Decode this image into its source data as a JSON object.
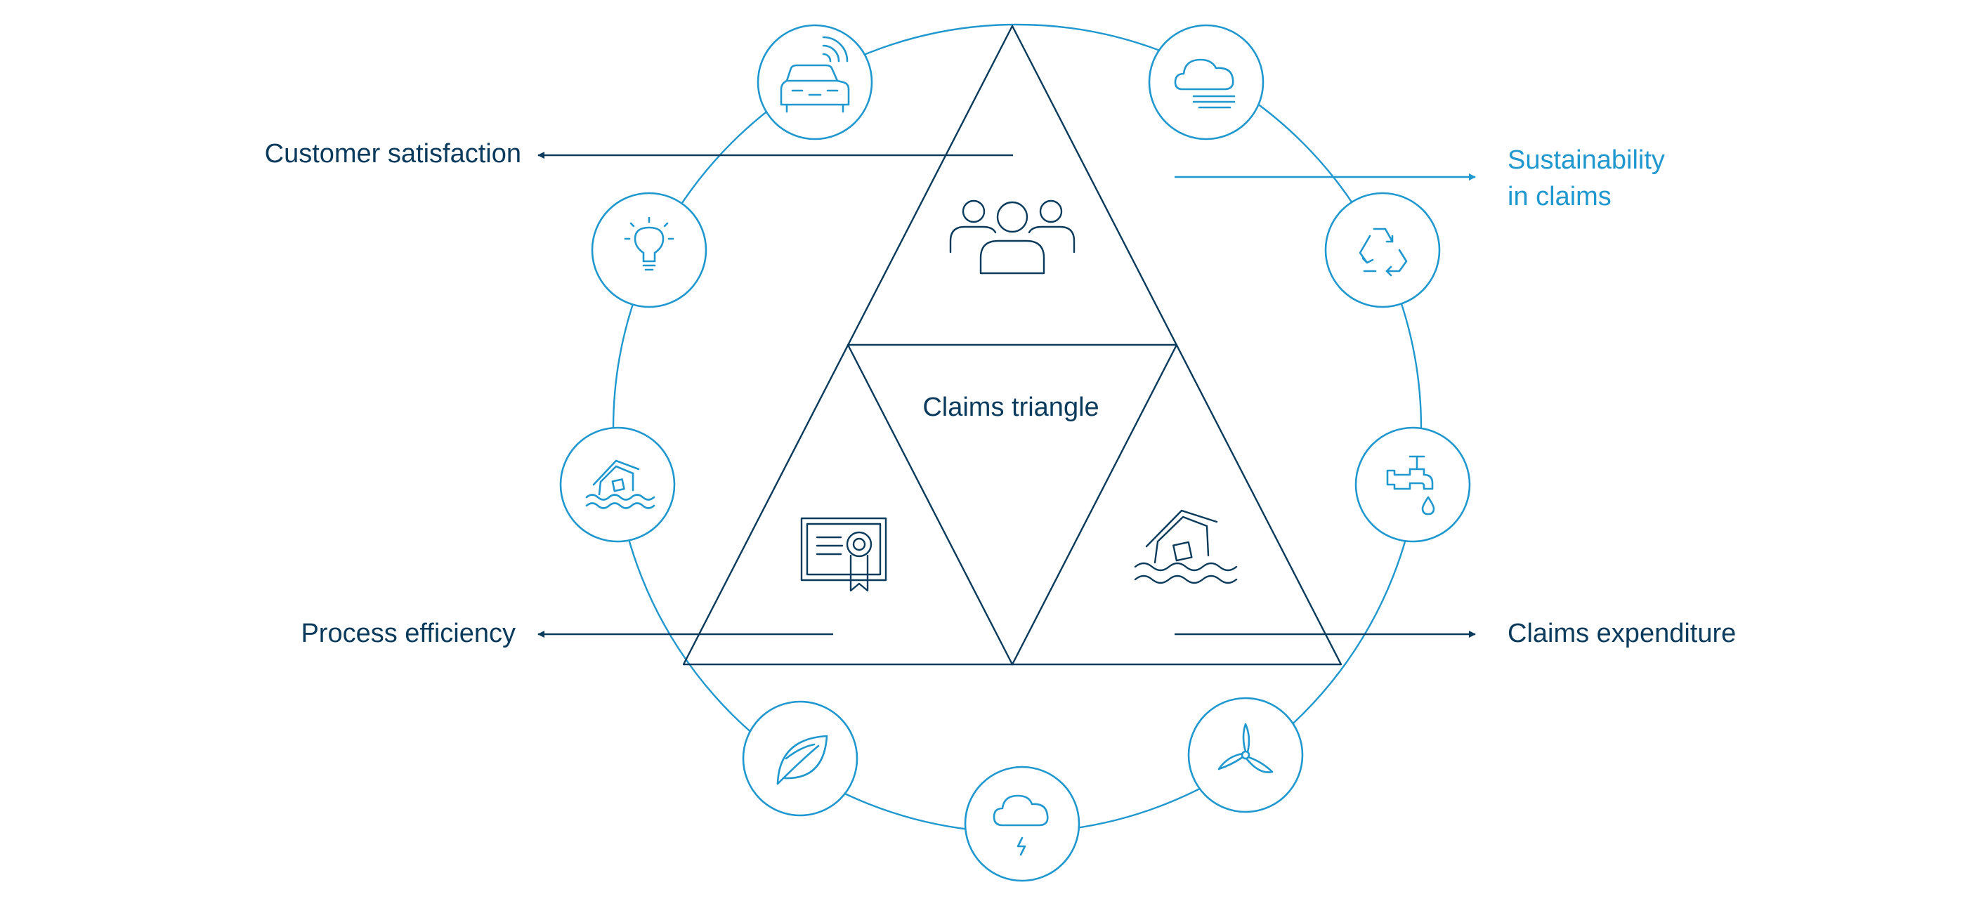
{
  "diagram": {
    "center_label": "Claims triangle",
    "labels": {
      "customer_satisfaction": "Customer satisfaction",
      "sustainability_line1": "Sustainability",
      "sustainability_line2": "in claims",
      "process_efficiency": "Process efficiency",
      "claims_expenditure": "Claims expenditure"
    },
    "ring_icons": [
      "connected-car",
      "cloud-wind",
      "recycle",
      "water-tap",
      "wind-turbine",
      "storm-cloud",
      "leaf",
      "flooded-house",
      "light-bulb"
    ],
    "triangle_icons": [
      "people-group",
      "certificate",
      "flooded-house"
    ],
    "colors": {
      "dark": "#0a3a5c",
      "accent": "#1f97cf",
      "background": "#ffffff"
    }
  }
}
